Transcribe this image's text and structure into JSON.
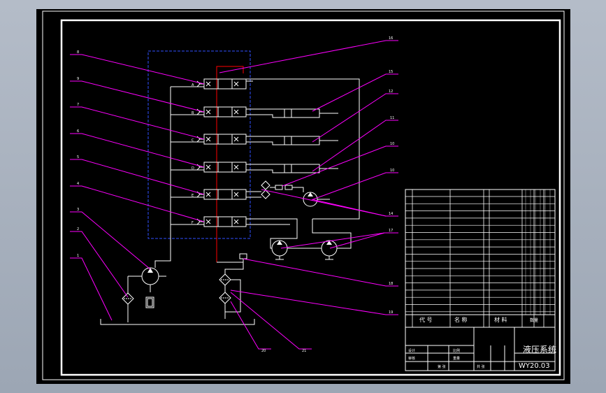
{
  "drawing": {
    "title": "液压系统",
    "drawing_number": "WY20.03"
  },
  "balloons_left": [
    "8",
    "9",
    "7",
    "6",
    "5",
    "4",
    "3",
    "2",
    "1"
  ],
  "balloons_right": [
    "16",
    "15",
    "12",
    "11",
    "10",
    "10",
    "14",
    "17",
    "18",
    "19",
    "20",
    "21"
  ],
  "valve_labels": [
    "A",
    "B",
    "C",
    "D",
    "E",
    "F"
  ],
  "parts_header": {
    "code": "代 号",
    "name": "名 称",
    "material": "材 料",
    "qty": "数量"
  },
  "title_block": {
    "designer": "设计",
    "checker": "审核",
    "scale_label": "比例",
    "weight_label": "重量",
    "sheet_label": "共 张",
    "sheet_no": "第 张"
  },
  "colors": {
    "background": "#000000",
    "border": "#ffffff",
    "leader": "#ff00ff",
    "pressure_line": "#ff0000",
    "valve_bank": "#3050ff"
  }
}
